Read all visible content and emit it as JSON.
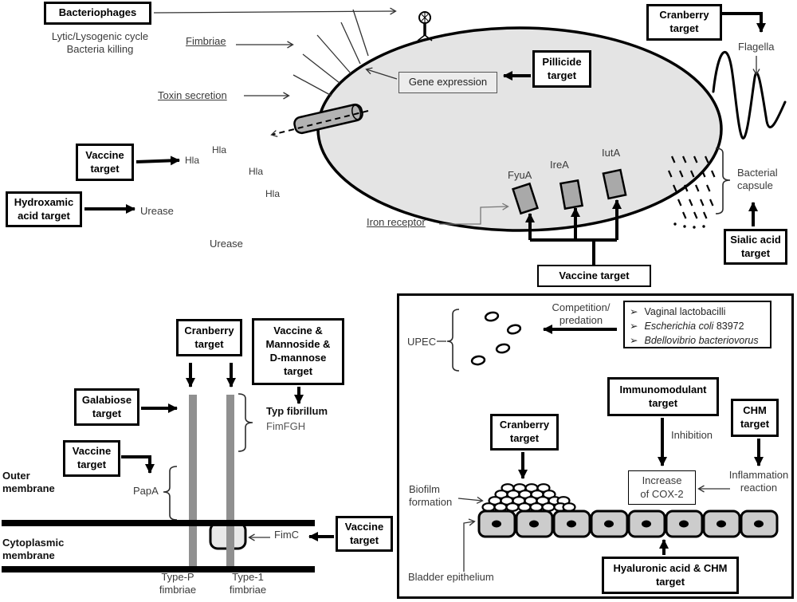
{
  "boxes": {
    "bacteriophages": "Bacteriophages",
    "vaccine_hla": "Vaccine\ntarget",
    "hydroxamic": "Hydroxamic\nacid target",
    "pillicide": "Pillicide\ntarget",
    "gene_expression": "Gene expression",
    "cranberry_flagella": "Cranberry\ntarget",
    "sialic": "Sialic acid\ntarget",
    "vaccine_iron": "Vaccine target",
    "cranberry_fimbriae": "Cranberry\ntarget",
    "vmd": "Vaccine &\nMannoside &\nD-mannose\ntarget",
    "galabiose": "Galabiose\ntarget",
    "vaccine_papa": "Vaccine\ntarget",
    "vaccine_fimc": "Vaccine\ntarget",
    "immunomodulant": "Immunomodulant\ntarget",
    "chm": "CHM\ntarget",
    "cranberry_biofilm": "Cranberry\ntarget",
    "cox2": "Increase\nof COX-2",
    "hyaluronic": "Hyaluronic acid & CHM\ntarget"
  },
  "labels": {
    "lytic": "Lytic/Lysogenic cycle\nBacteria killing",
    "fimbriae": "Fimbriae",
    "toxin_secretion": "Toxin secretion",
    "hla": "Hla",
    "urease": "Urease",
    "iron_receptor": "Iron receptor",
    "fyua": "FyuA",
    "irea": "IreA",
    "iuta": "IutA",
    "bacterial_capsule": "Bacterial\ncapsule",
    "flagella": "Flagella",
    "upec": "UPEC",
    "competition": "Competition/\npredation",
    "inhibition": "Inhibition",
    "inflammation": "Inflammation\nreaction",
    "biofilm": "Biofilm\nformation",
    "bladder": "Bladder epithelium",
    "typ_fibrillum": "Typ fibrillum",
    "fimfgh": "FimFGH",
    "papa": "PapA",
    "fimc": "FimC",
    "outer_membrane": "Outer\nmembrane",
    "cytoplasmic_membrane": "Cytoplasmic\nmembrane",
    "type_p": "Type-P\nfimbriae",
    "type_1": "Type-1\nfimbriae"
  },
  "microbes": {
    "bullet": "➢",
    "item1": "Vaginal lactobacilli",
    "item2_italic": "Escherichia coli",
    "item2_rest": "83972",
    "item3": "Bdellovibrio bacteriovorus"
  },
  "colors": {
    "cell_fill": "#e4e4e4",
    "rod_gray": "#909090",
    "receptor_gray": "#a9a9a9",
    "epithelium_gray": "#cccccc",
    "label_color": "#3a3a3a"
  }
}
